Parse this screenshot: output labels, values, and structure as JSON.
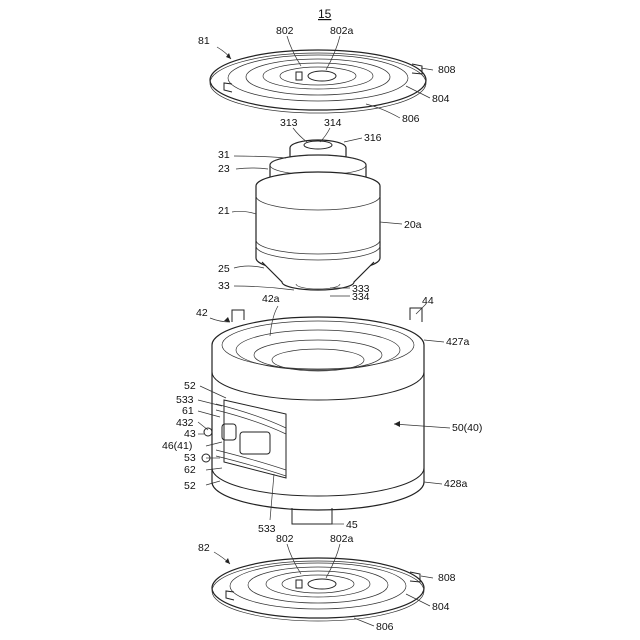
{
  "figure_title": "15",
  "labels": {
    "l81": "81",
    "l802_top": "802",
    "l802a_top": "802a",
    "l808_top": "808",
    "l804_top": "804",
    "l806_top": "806",
    "l313": "313",
    "l314": "314",
    "l316": "316",
    "l31": "31",
    "l23": "23",
    "l21": "21",
    "l20a": "20a",
    "l25": "25",
    "l33": "33",
    "l333": "333",
    "l334": "334",
    "l42": "42",
    "l42a": "42a",
    "l44": "44",
    "l427a": "427a",
    "l52_top": "52",
    "l533_top": "533",
    "l61": "61",
    "l432": "432",
    "l43": "43",
    "l4641": "46(41)",
    "l53": "53",
    "l62": "62",
    "l52_bot": "52",
    "l533_bot": "533",
    "l5040": "50(40)",
    "l428a": "428a",
    "l45": "45",
    "l82": "82",
    "l802_bot": "802",
    "l802a_bot": "802a",
    "l808_bot": "808",
    "l804_bot": "804",
    "l806_bot": "806"
  }
}
